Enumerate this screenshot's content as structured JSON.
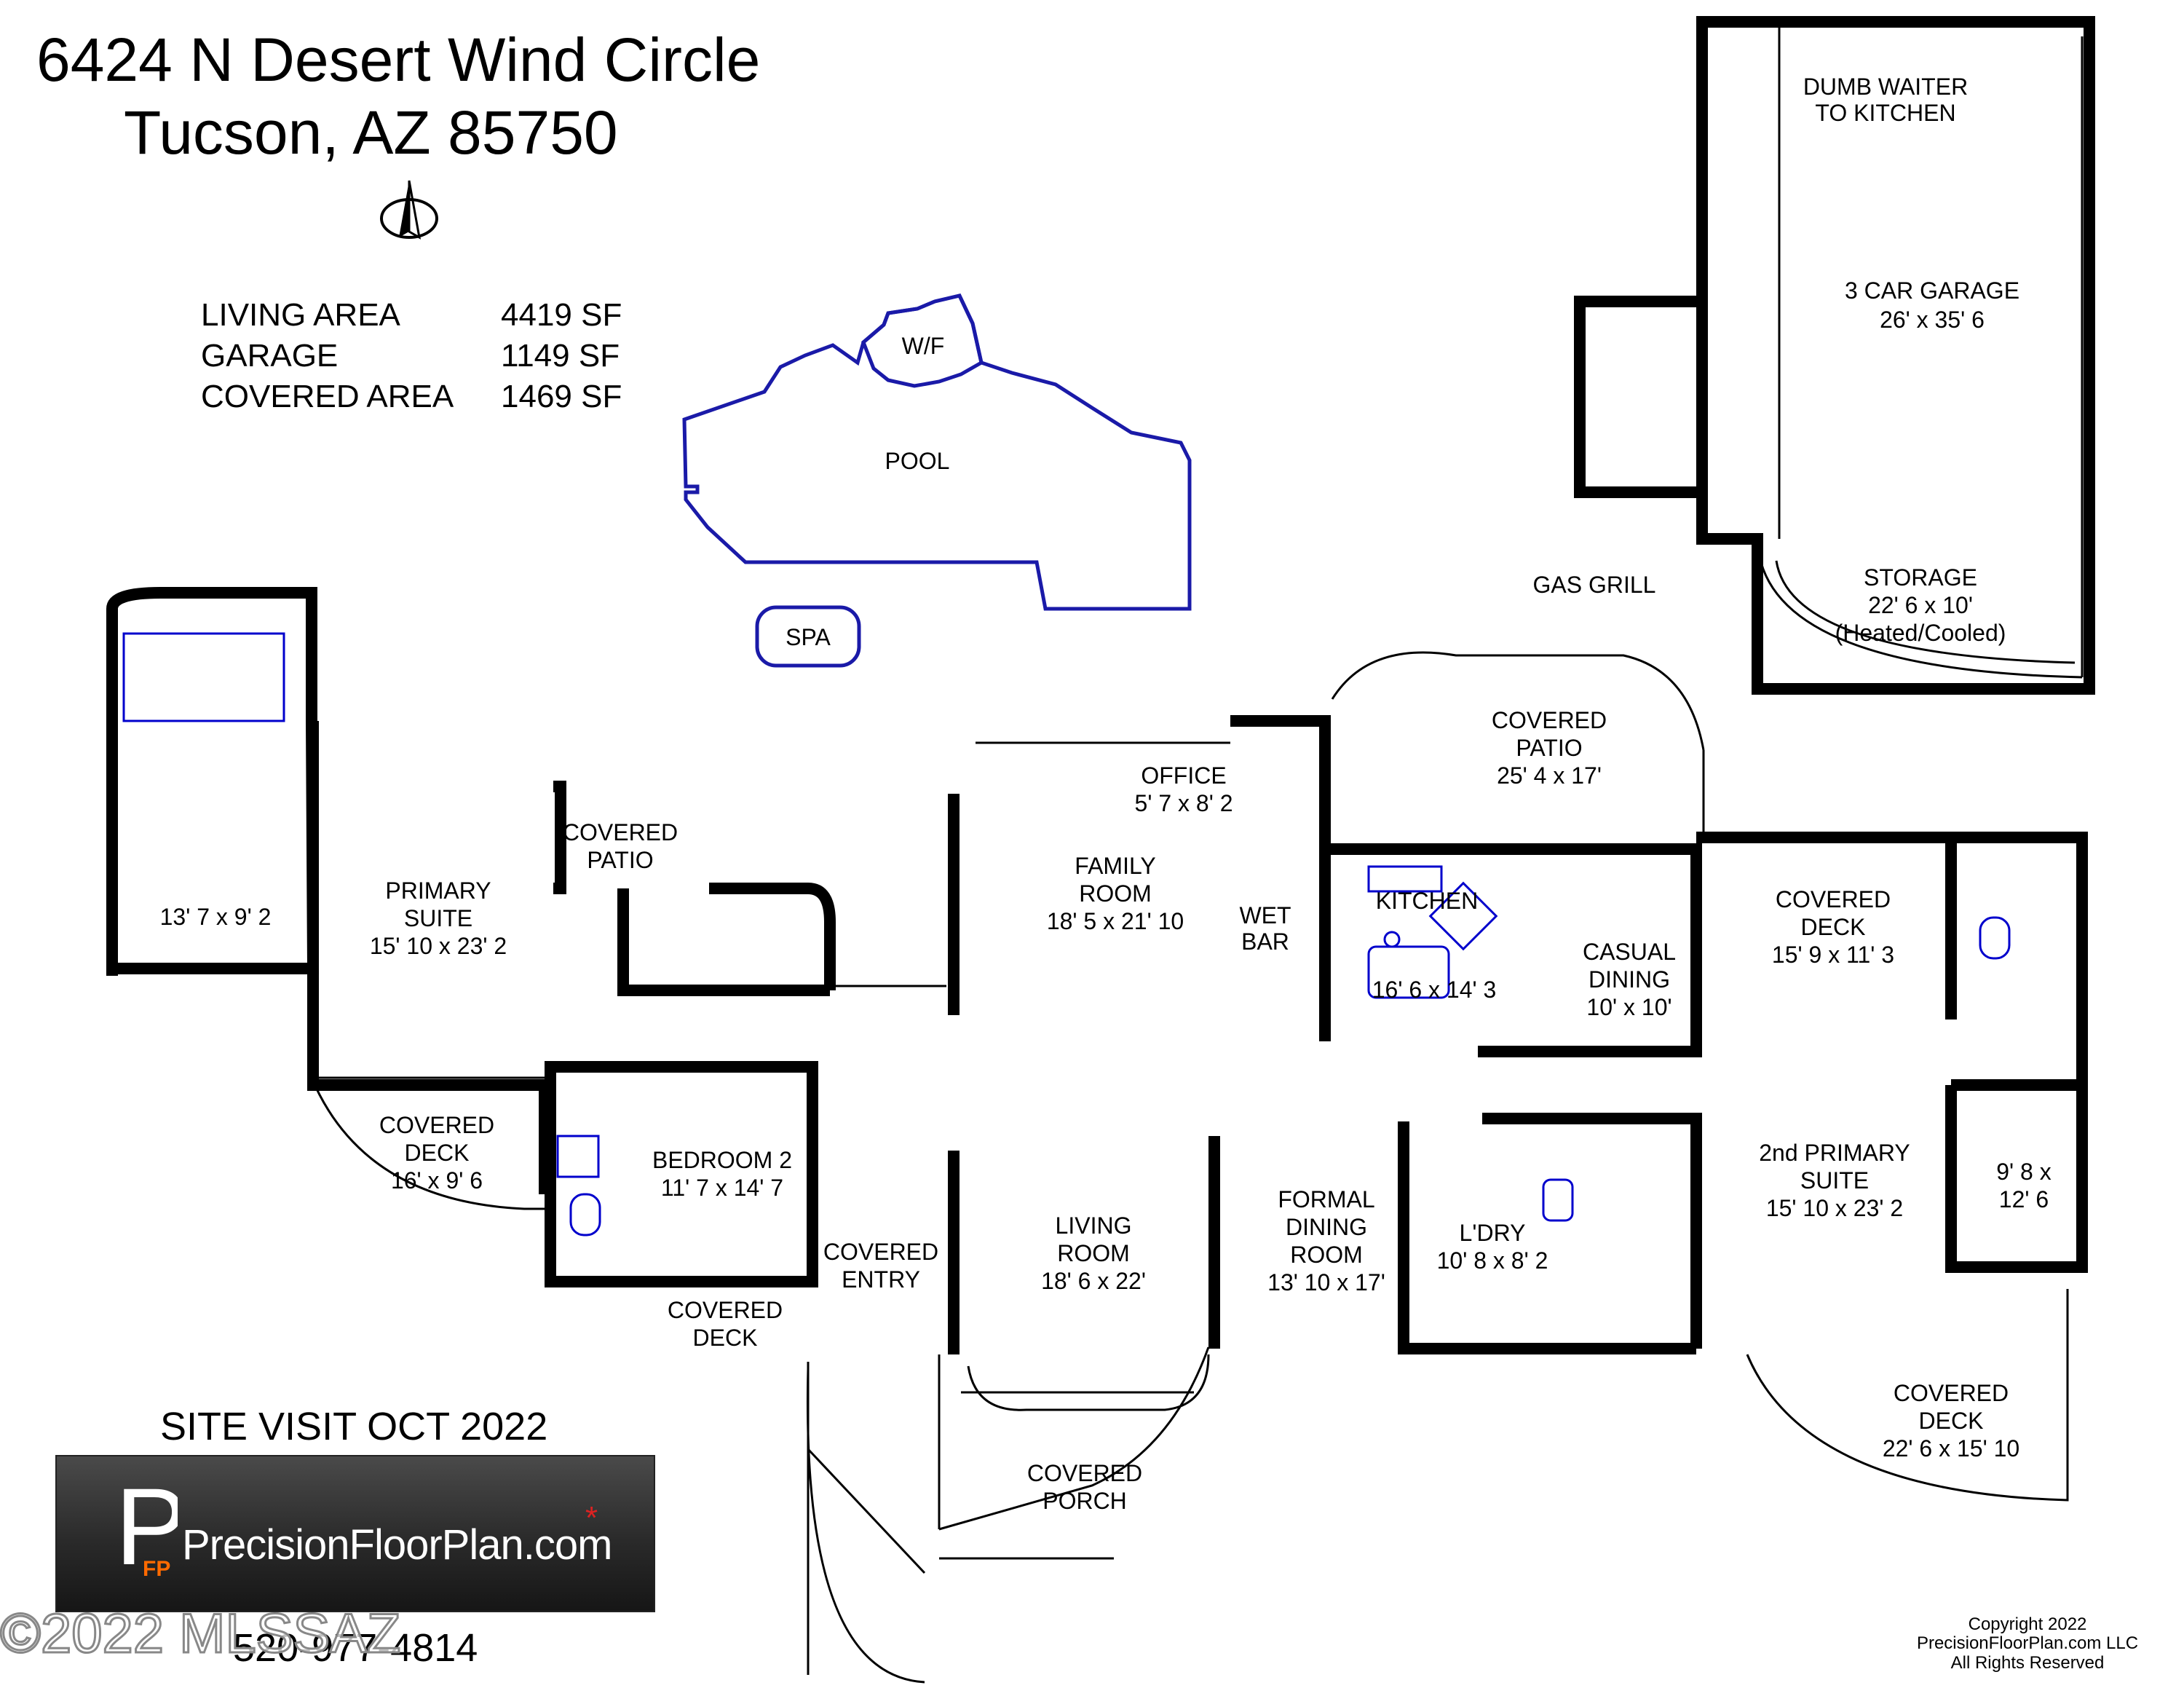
{
  "header": {
    "address_line1": "6424 N Desert Wind Circle",
    "address_line2": "Tucson, AZ  85750"
  },
  "areas": [
    {
      "label": "LIVING AREA",
      "value": "4419 SF"
    },
    {
      "label": "GARAGE",
      "value": "1149 SF"
    },
    {
      "label": "COVERED AREA",
      "value": "1469 SF"
    }
  ],
  "rooms": {
    "wf": {
      "name": "W/F"
    },
    "pool": {
      "name": "POOL"
    },
    "spa": {
      "name": "SPA"
    },
    "dumb_waiter": {
      "line1": "DUMB WAITER",
      "line2": "TO KITCHEN"
    },
    "garage": {
      "name": "3 CAR GARAGE",
      "dims": "26' x 35' 6"
    },
    "storage": {
      "name": "STORAGE",
      "dims": "22' 6 x 10'",
      "note": "(Heated/Cooled)"
    },
    "gas_grill": {
      "name": "GAS GRILL"
    },
    "covered_patio_main": {
      "line1": "COVERED",
      "line2": "PATIO",
      "dims": "25' 4 x 17'"
    },
    "office": {
      "name": "OFFICE",
      "dims": "5' 7 x 8' 2"
    },
    "family_room": {
      "line1": "FAMILY",
      "line2": "ROOM",
      "dims": "18' 5 x 21' 10"
    },
    "wet_bar": {
      "line1": "WET",
      "line2": "BAR"
    },
    "kitchen": {
      "name": "KITCHEN",
      "dims": "16' 6 x 14' 3"
    },
    "casual_dining": {
      "line1": "CASUAL",
      "line2": "DINING",
      "dims": "10' x 10'"
    },
    "covered_deck_east": {
      "line1": "COVERED",
      "line2": "DECK",
      "dims": "15' 9 x 11' 3"
    },
    "bath_west": {
      "dims": "13' 7 x 9' 2"
    },
    "primary_suite": {
      "line1": "PRIMARY",
      "line2": "SUITE",
      "dims": "15' 10 x 23' 2"
    },
    "covered_patio_small": {
      "line1": "COVERED",
      "line2": "PATIO"
    },
    "covered_deck_primary": {
      "line1": "COVERED",
      "line2": "DECK",
      "dims": "16' x 9' 6"
    },
    "bedroom2": {
      "name": "BEDROOM 2",
      "dims": "11' 7 x 14' 7"
    },
    "covered_deck_bed2": {
      "line1": "COVERED",
      "line2": "DECK"
    },
    "covered_entry": {
      "line1": "COVERED",
      "line2": "ENTRY"
    },
    "living_room": {
      "line1": "LIVING",
      "line2": "ROOM",
      "dims": "18' 6 x 22'"
    },
    "formal_dining": {
      "line1": "FORMAL",
      "line2": "DINING",
      "line3": "ROOM",
      "dims": "13' 10 x 17'"
    },
    "laundry": {
      "name": "L'DRY",
      "dims": "10' 8 x 8' 2"
    },
    "second_primary": {
      "line1": "2nd PRIMARY",
      "line2": "SUITE",
      "dims": "15' 10 x 23' 2"
    },
    "closet_east": {
      "line1": "9' 8 x",
      "line2": "12' 6"
    },
    "covered_porch": {
      "line1": "COVERED",
      "line2": "PORCH"
    },
    "covered_deck_se": {
      "line1": "COVERED",
      "line2": "DECK",
      "dims": "22' 6 x 15' 10"
    }
  },
  "footer": {
    "site_visit": "SITE VISIT OCT 2022",
    "logo_text": "PrecisionFloorPlan.com",
    "logo_letter": "P",
    "logo_small": "FP",
    "logo_star": "*",
    "phone": "520-977-4814",
    "watermark": "©2022 MLSSAZ",
    "copyright_line1": "Copyright 2022",
    "copyright_line2": "PrecisionFloorPlan.com LLC",
    "copyright_line3": "All Rights Reserved"
  },
  "colors": {
    "wall": "#000000",
    "pool_outline": "#1a1aa8",
    "fixture": "#0000cc",
    "logo_accent": "#ff6a00"
  }
}
